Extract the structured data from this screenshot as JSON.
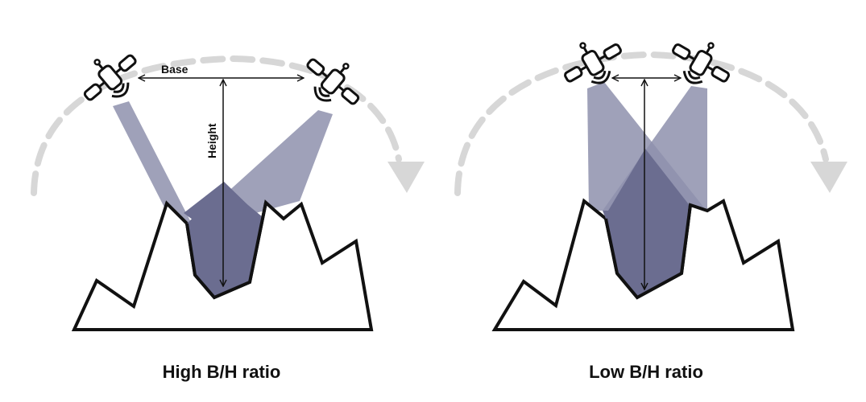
{
  "colors": {
    "beam": "#8e90ad",
    "overlap": "#6b6d90",
    "orbit_arrow": "#d7d7d7",
    "outline": "#111111",
    "background": "#ffffff"
  },
  "icons": [
    "satellite-icon",
    "satellite-icon",
    "satellite-icon",
    "satellite-icon"
  ],
  "panels": {
    "high": {
      "caption": "High B/H ratio",
      "base_label": "Base",
      "height_label": "Height"
    },
    "low": {
      "caption": "Low B/H ratio"
    }
  }
}
